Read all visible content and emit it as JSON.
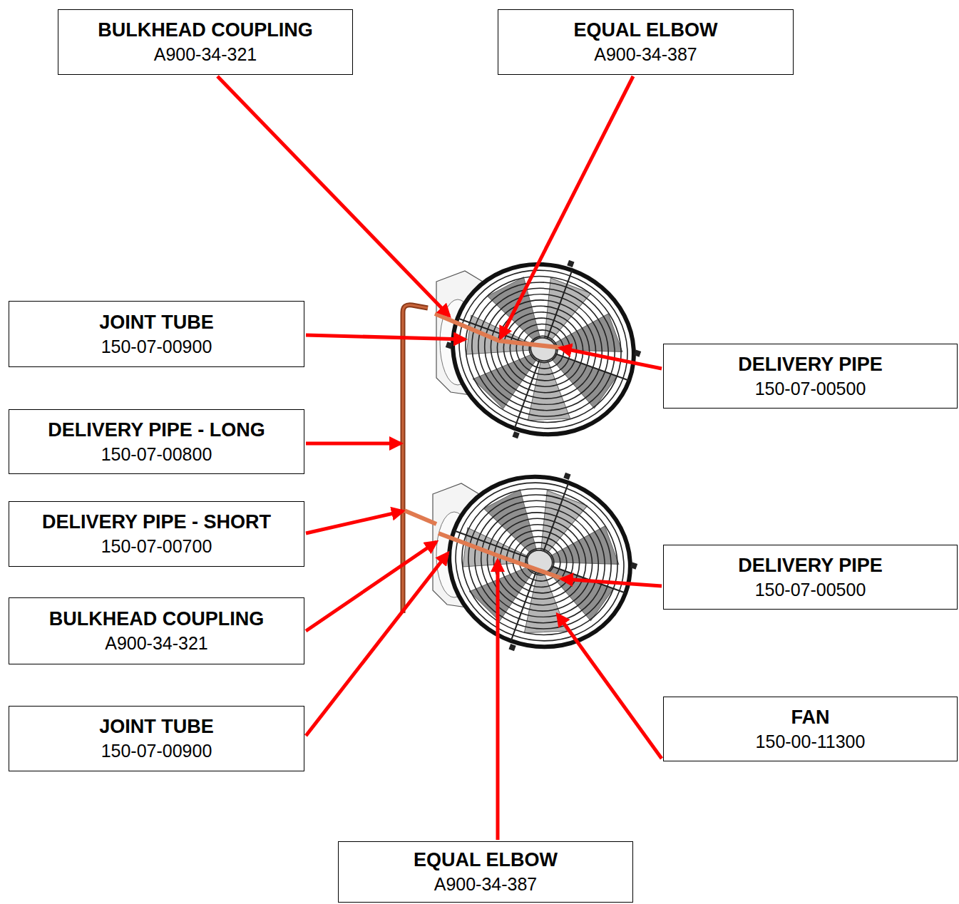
{
  "diagram": {
    "nodes": [
      {
        "text": [
          "BULKHEAD COUPLING",
          "A900-34-321"
        ]
      },
      {
        "text": [
          "EQUAL ELBOW",
          "A900-34-387"
        ]
      },
      {
        "text": [
          "JOINT TUBE",
          "150-07-00900"
        ]
      },
      {
        "text": [
          "DELIVERY PIPE",
          "150-07-00500"
        ]
      },
      {
        "text": [
          "DELIVERY PIPE - LONG",
          "150-07-00800"
        ]
      },
      {
        "text": [
          "DELIVERY PIPE - SHORT",
          "150-07-00700"
        ]
      },
      {
        "text": [
          "DELIVERY PIPE",
          "150-07-00500"
        ]
      },
      {
        "text": [
          "BULKHEAD COUPLING",
          "A900-34-321"
        ]
      },
      {
        "text": [
          "FAN",
          "150-00-11300"
        ]
      },
      {
        "text": [
          "JOINT TUBE",
          "150-07-00900"
        ]
      },
      {
        "text": [
          "EQUAL ELBOW",
          "A900-34-387"
        ]
      }
    ]
  }
}
